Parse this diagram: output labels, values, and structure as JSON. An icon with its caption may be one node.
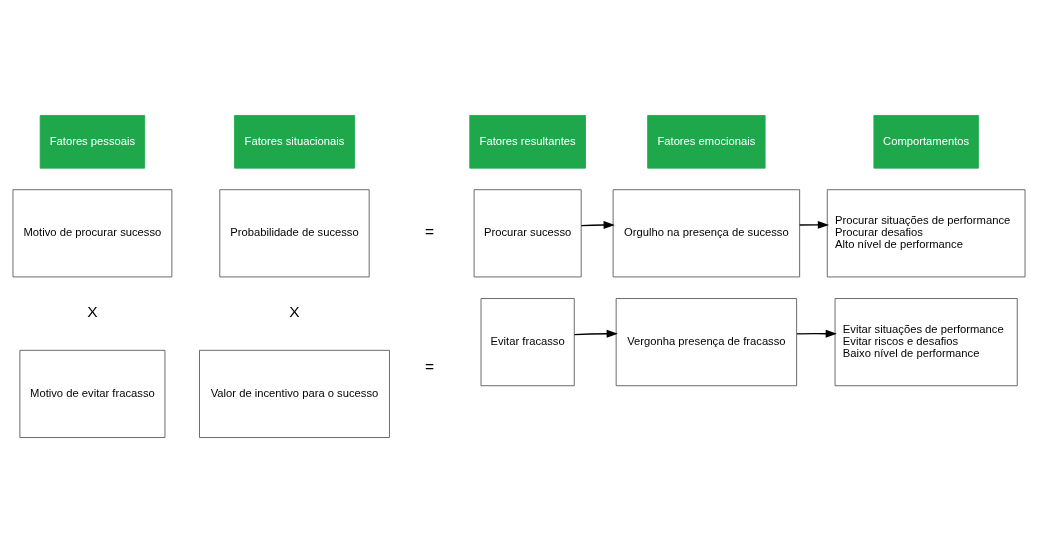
{
  "diagram": {
    "nodes": [
      {
        "text": [
          "Fatores pessoais"
        ]
      },
      {
        "text": [
          "Fatores situacionais"
        ]
      },
      {
        "text": [
          "Fatores resultantes"
        ]
      },
      {
        "text": [
          "Fatores emocionais"
        ]
      },
      {
        "text": [
          "Comportamentos"
        ]
      },
      {
        "text": [
          "Motivo de procurar sucesso"
        ]
      },
      {
        "text": [
          "Probabilidade de sucesso"
        ]
      },
      {
        "text": [
          "Procurar sucesso"
        ]
      },
      {
        "text": [
          "Orgulho na presença de sucesso"
        ]
      },
      {
        "text": [
          "Procurar situações de performance",
          "Procurar desafios",
          "Alto nível de performance"
        ]
      },
      {
        "text": [
          "Motivo de evitar fracasso"
        ]
      },
      {
        "text": [
          "Valor de incentivo para o sucesso"
        ]
      },
      {
        "text": [
          "Evitar fracasso"
        ]
      },
      {
        "text": [
          "Vergonha presença de fracasso"
        ]
      },
      {
        "text": [
          "Evitar situações de performance",
          "Evitar riscos e desafios",
          "Baixo nível de performance"
        ]
      }
    ],
    "edges": [
      {
        "from": 7,
        "to": 8,
        "arrow": "to"
      },
      {
        "from": 8,
        "to": 9,
        "arrow": "to"
      },
      {
        "from": 12,
        "to": 13,
        "arrow": "to"
      },
      {
        "from": 13,
        "to": 14,
        "arrow": "to"
      }
    ],
    "labels": [
      "=",
      "X",
      "X",
      "="
    ]
  }
}
